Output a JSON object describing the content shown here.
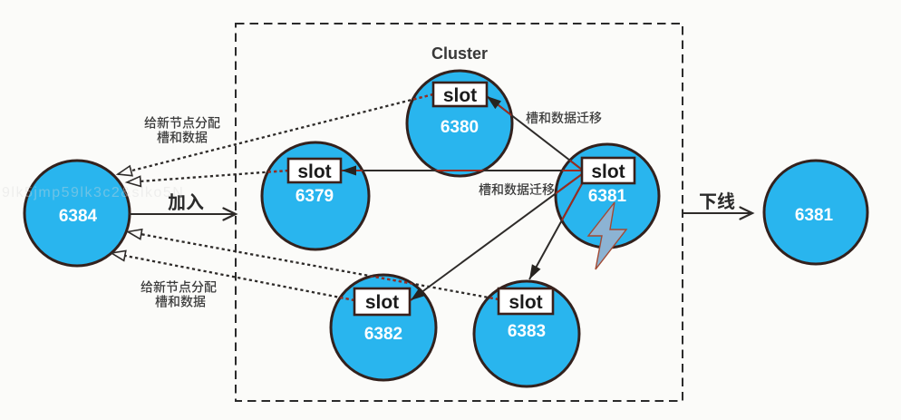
{
  "diagram": {
    "title": "Cluster",
    "colors": {
      "background": "#fbfbf9",
      "node_fill": "#29b5ee",
      "node_stroke": "#33211d",
      "line": "#2e2b29",
      "line_over_node": "#9b2c20",
      "slot_box_fill": "#ffffff",
      "slot_box_border": "#3a201b",
      "bolt_fill": "#8cb3d3",
      "bolt_stroke": "#a34a33"
    },
    "slot_label": "slot",
    "nodes": [
      {
        "id": "6384",
        "label": "6384",
        "role": "new-node-outside-cluster"
      },
      {
        "id": "6379",
        "label": "6379",
        "role": "cluster-node"
      },
      {
        "id": "6380",
        "label": "6380",
        "role": "cluster-node"
      },
      {
        "id": "6381",
        "label": "6381",
        "role": "cluster-node-failing"
      },
      {
        "id": "6382",
        "label": "6382",
        "role": "cluster-node"
      },
      {
        "id": "6383",
        "label": "6383",
        "role": "cluster-node"
      },
      {
        "id": "6381-offline",
        "label": "6381",
        "role": "node-outside-cluster"
      }
    ],
    "labels": {
      "join": "加入",
      "offline": "下线",
      "migrate_to_6380": "槽和数据迁移",
      "migrate_to_6379": "槽和数据迁移",
      "assign_top_line1": "给新节点分配",
      "assign_top_line2": "槽和数据",
      "assign_bottom_line1": "给新节点分配",
      "assign_bottom_line2": "槽和数据"
    },
    "watermark": "9lk5jmp59lk3c2&slko5N"
  }
}
